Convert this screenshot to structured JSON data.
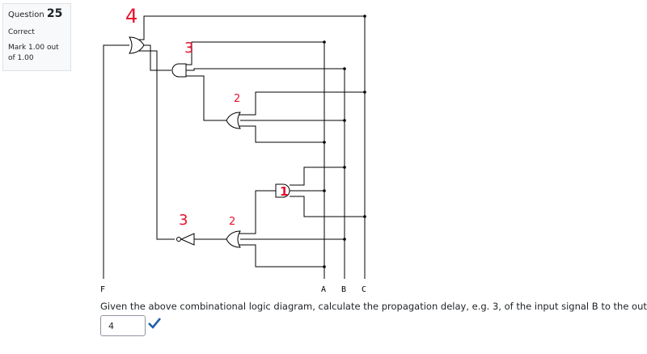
{
  "question": {
    "prefix": "Question",
    "number": "25",
    "state": "Correct",
    "grade": "Mark 1.00 out of 1.00"
  },
  "diagram": {
    "labels": {
      "output": "F",
      "a": "A",
      "b": "B",
      "c": "C"
    },
    "annotations": {
      "or_top": "4",
      "and_top": "3",
      "or_mid": "2",
      "not": "3",
      "or_bottom": "2",
      "and_low": "1"
    },
    "colors": {
      "wire": "#000000",
      "annotation": "#e8112d"
    }
  },
  "question_text": "Given the above combinational logic diagram, calculate the propagation delay, e.g. 3, of the input signal B to the output F.",
  "answer": {
    "value": "4",
    "status_icon": "check-icon",
    "status_color": "#1f5fa8"
  }
}
